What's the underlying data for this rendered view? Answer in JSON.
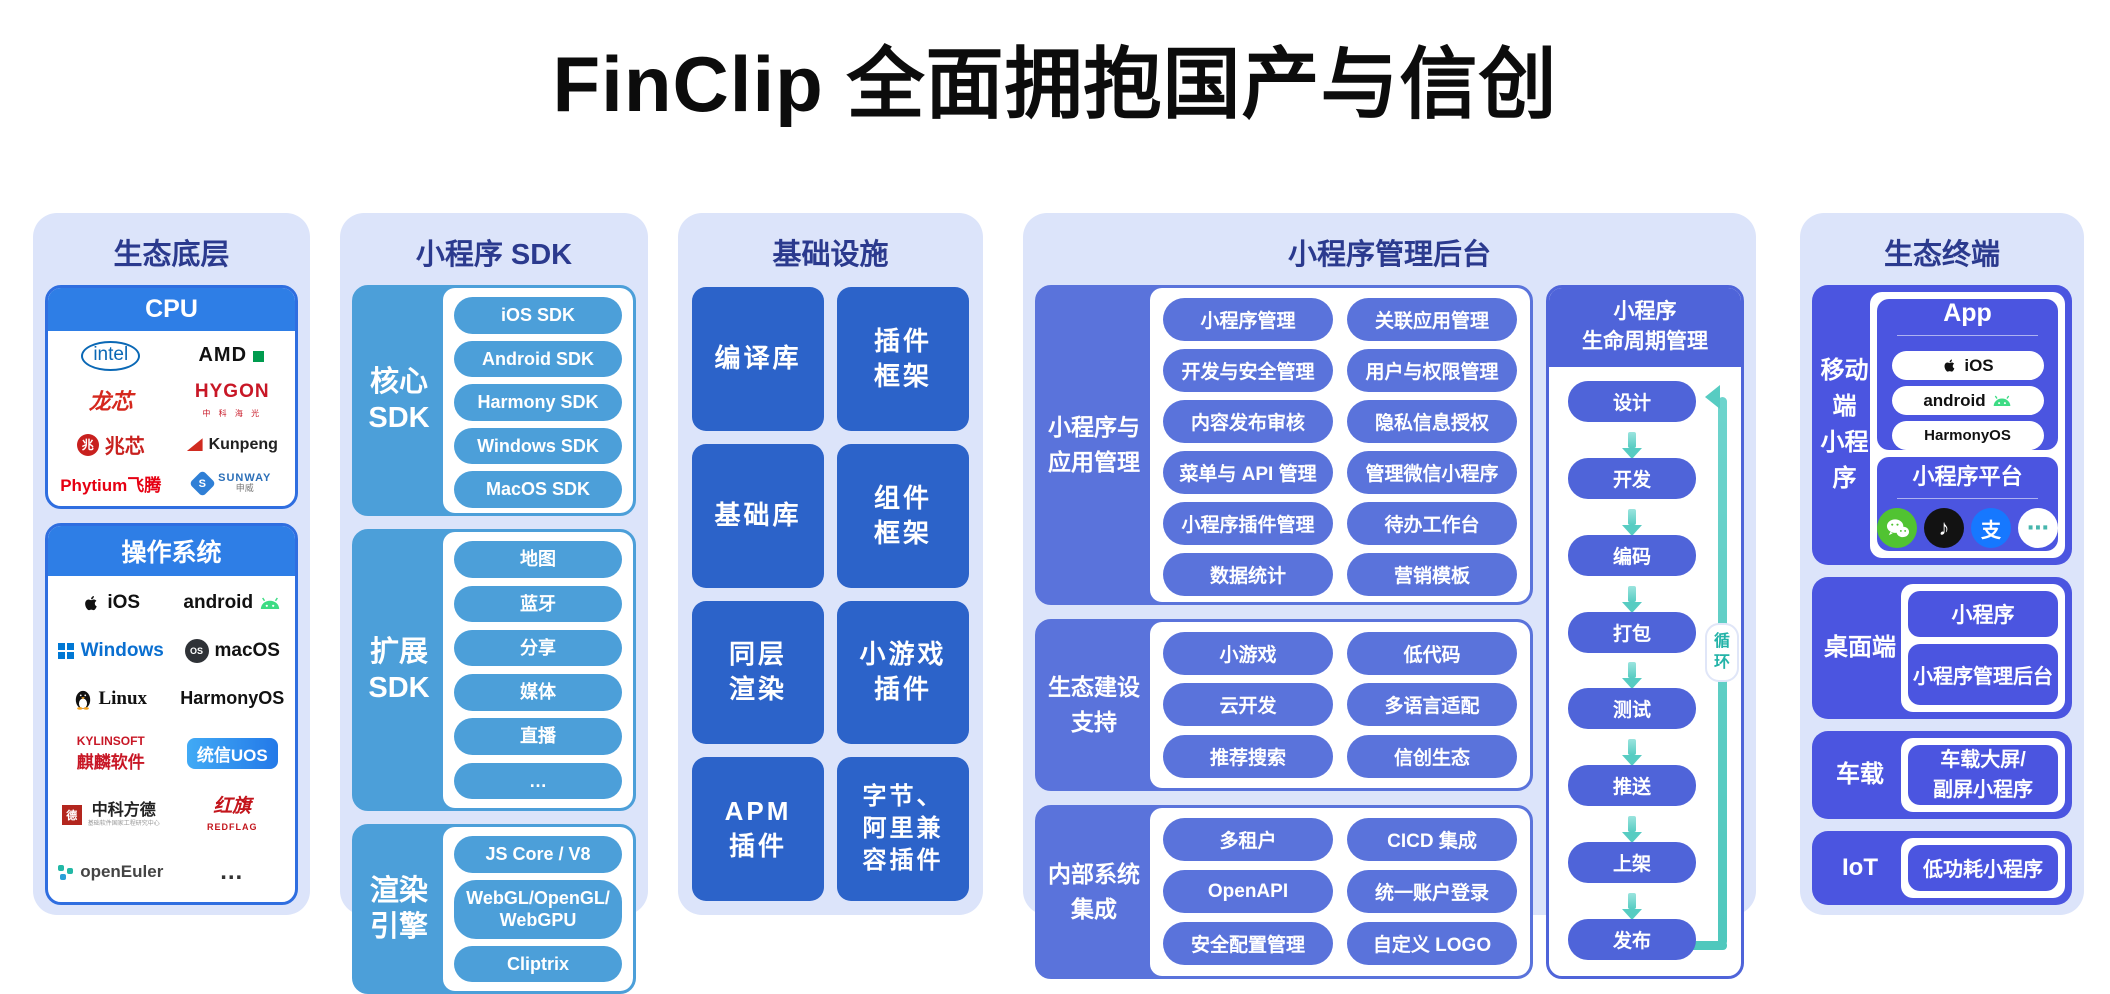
{
  "title": "FinClip 全面拥抱国产与信创",
  "colors": {
    "column_bg": "#dce4fa",
    "header_text": "#2b3a8e",
    "eco_accent": "#2e7ee6",
    "sdk_accent": "#4c9fd9",
    "infra_accent": "#2c63c9",
    "admin_accent": "#5a73db",
    "lifecycle_accent": "#4f64d9",
    "terminal_accent": "#4b55e0",
    "flow_teal": "#57ccc2"
  },
  "eco_base": {
    "header": "生态底层",
    "cpu": {
      "header": "CPU",
      "logos": [
        {
          "label": "intel"
        },
        {
          "label": "AMD"
        },
        {
          "label": "龙芯"
        },
        {
          "label": "HYGON",
          "sub": "中 科 海 光"
        },
        {
          "label": "兆芯",
          "mark": "兆"
        },
        {
          "label": "Kunpeng"
        },
        {
          "label": "Phytium飞腾"
        },
        {
          "label": "SUNWAY",
          "sub": "申威",
          "mark": "S"
        }
      ]
    },
    "os": {
      "header": "操作系统",
      "logos": [
        {
          "label": "iOS"
        },
        {
          "label": "android"
        },
        {
          "label": "Windows"
        },
        {
          "label": "macOS",
          "mark": "OS"
        },
        {
          "label": "Linux"
        },
        {
          "label": "HarmonyOS"
        },
        {
          "label": "KYLINSOFT",
          "sub": "麒麟软件"
        },
        {
          "label": "统信UOS"
        },
        {
          "label": "中科方德",
          "sub": "基础软件国家工程研究中心",
          "mark": "德"
        },
        {
          "label": "红旗",
          "sub": "REDFLAG"
        },
        {
          "label": "openEuler"
        },
        {
          "label": "…"
        }
      ]
    }
  },
  "sdk": {
    "header": "小程序 SDK",
    "blocks": [
      {
        "label": "核心\nSDK",
        "pills": [
          "iOS SDK",
          "Android SDK",
          "Harmony SDK",
          "Windows SDK",
          "MacOS SDK"
        ]
      },
      {
        "label": "扩展\nSDK",
        "pills": [
          "地图",
          "蓝牙",
          "分享",
          "媒体",
          "直播",
          "…"
        ]
      },
      {
        "label": "渲染\n引擎",
        "pills": [
          "JS Core / V8",
          "WebGL/OpenGL/\nWebGPU",
          "Cliptrix"
        ]
      }
    ]
  },
  "infra": {
    "header": "基础设施",
    "tiles": [
      "编译库",
      "插件\n框架",
      "基础库",
      "组件\n框架",
      "同层\n渲染",
      "小游戏\n插件",
      "APM\n插件",
      "字节、\n阿里兼\n容插件"
    ]
  },
  "admin": {
    "header": "小程序管理后台",
    "sections": [
      {
        "label": "小程序与\n应用管理",
        "pills": [
          "小程序管理",
          "关联应用管理",
          "开发与安全管理",
          "用户与权限管理",
          "内容发布审核",
          "隐私信息授权",
          "菜单与 API 管理",
          "管理微信小程序",
          "小程序插件管理",
          "待办工作台",
          "数据统计",
          "营销模板"
        ]
      },
      {
        "label": "生态建设\n支持",
        "pills": [
          "小游戏",
          "低代码",
          "云开发",
          "多语言适配",
          "推荐搜索",
          "信创生态"
        ]
      },
      {
        "label": "内部系统\n集成",
        "pills": [
          "多租户",
          "CICD 集成",
          "OpenAPI",
          "统一账户登录",
          "安全配置管理",
          "自定义 LOGO"
        ]
      }
    ],
    "lifecycle": {
      "header": "小程序\n生命周期管理",
      "steps": [
        "设计",
        "开发",
        "编码",
        "打包",
        "测试",
        "推送",
        "上架",
        "发布"
      ],
      "loop_label": "循\n环"
    }
  },
  "terminals": {
    "header": "生态终端",
    "mobile": {
      "label": "移动端\n小程序",
      "app": {
        "title": "App",
        "pills": [
          "iOS",
          "android",
          "HarmonyOS"
        ]
      },
      "platform": {
        "title": "小程序平台",
        "icons": [
          "wechat",
          "douyin",
          "alipay",
          "more"
        ],
        "douyin_glyph": "♪",
        "alipay_glyph": "支",
        "more_glyph": "⋯"
      }
    },
    "desktop": {
      "label": "桌面端",
      "cards": [
        "小程序",
        "小程序管理后台"
      ]
    },
    "vehicle": {
      "label": "车载",
      "cards": [
        "车载大屏/\n副屏小程序"
      ]
    },
    "iot": {
      "label": "IoT",
      "cards": [
        "低功耗小程序"
      ]
    }
  }
}
